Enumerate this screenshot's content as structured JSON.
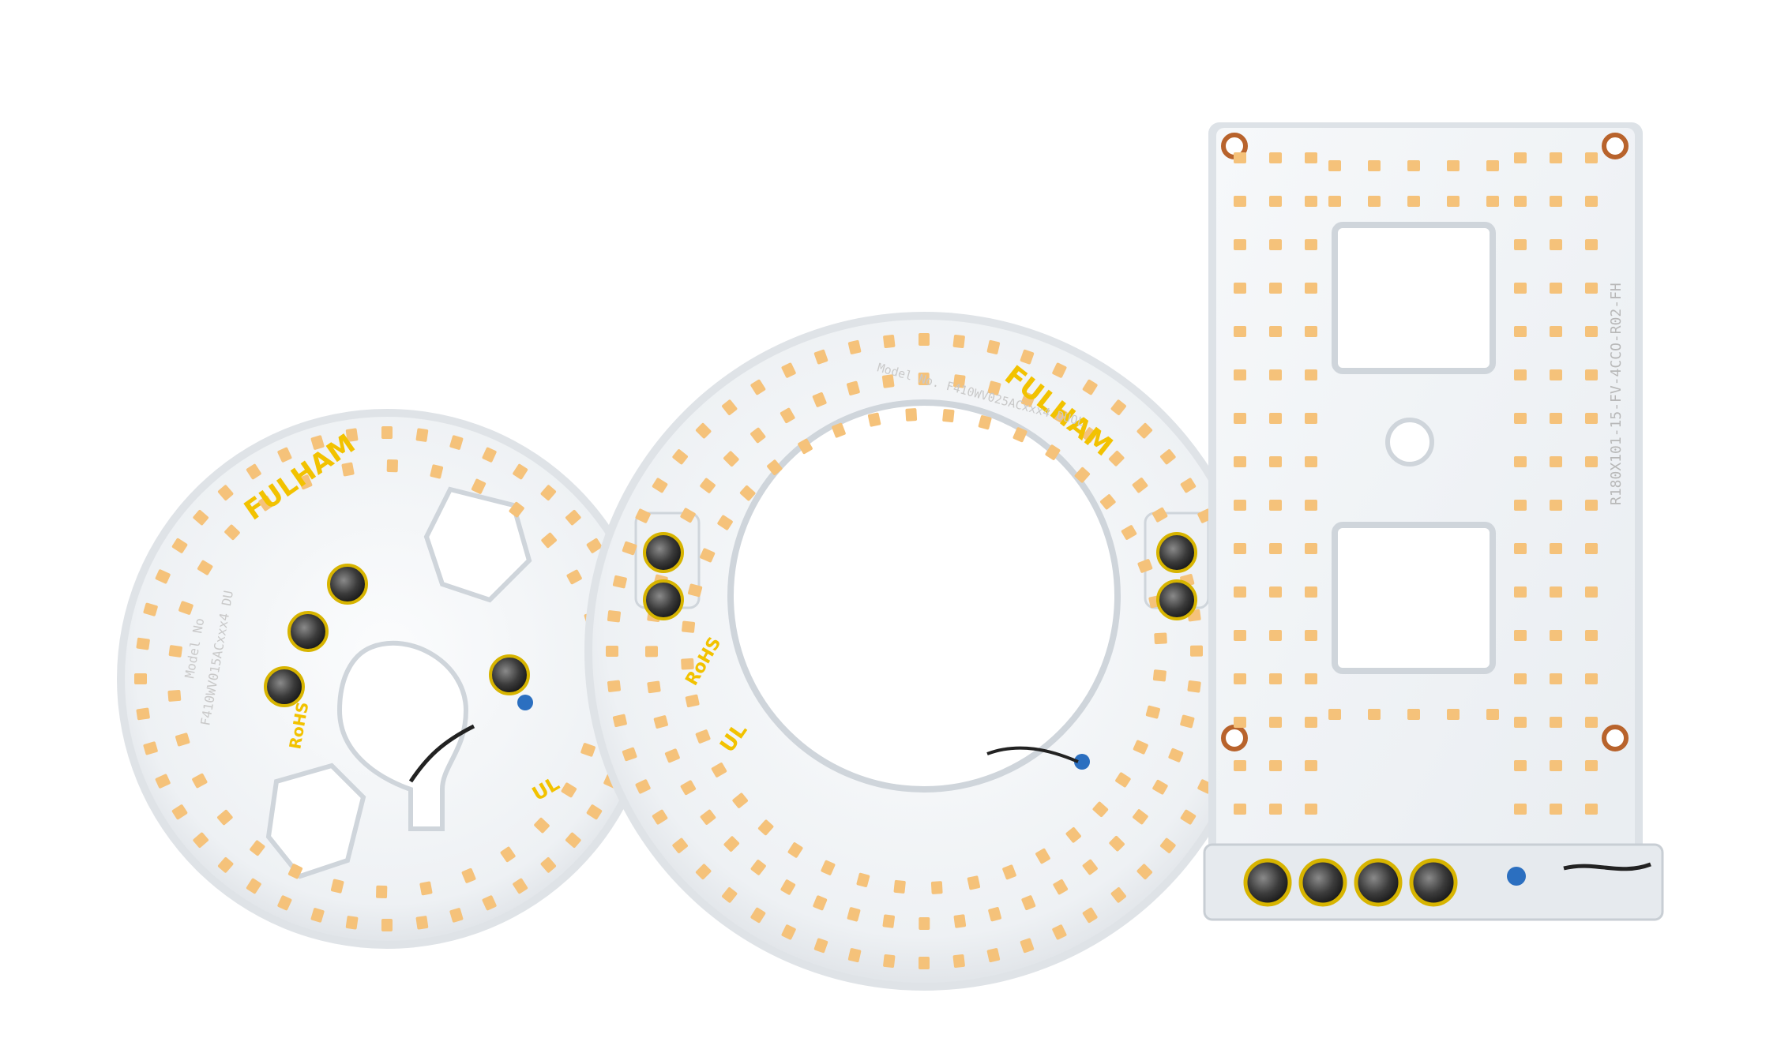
{
  "scene": {
    "background": "#ffffff",
    "led_color": "#f5c27a",
    "led_core": "#f8d49a",
    "board_color": "#f4f6f8",
    "silkscreen_yellow": "#f2c200"
  },
  "small_disc": {
    "brand": "FULHAM",
    "model_label": "Model No",
    "model_number": "F410WV015ACxxx4 DU",
    "rohs": "RoHS",
    "ul_mark": "UL"
  },
  "ring": {
    "brand": "FULHAM",
    "model_text": "Model No. F410WV025ACxxx4 DUOL",
    "rohs": "RoHS",
    "ul_mark": "UL"
  },
  "rect_board": {
    "part_number": "R180X101-15-FV-4CCO-R02-FH"
  }
}
